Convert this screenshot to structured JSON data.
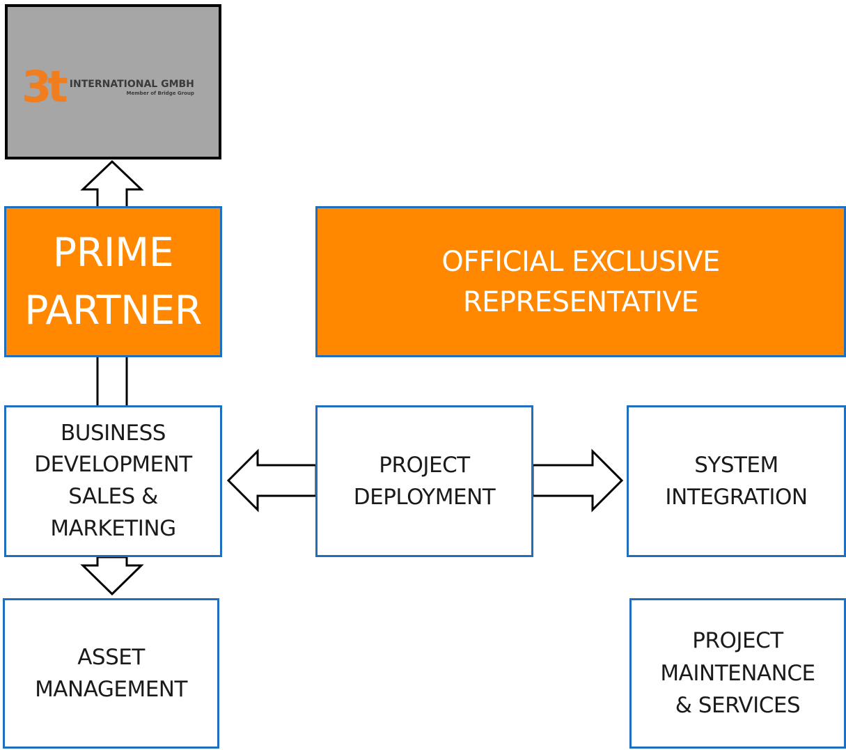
{
  "logo": {
    "mark": "3t",
    "company": "INTERNATIONAL GMBH",
    "tagline": "Member of Bridge Group"
  },
  "nodes": {
    "prime_partner": "PRIME\nPARTNER",
    "official_representative": "OFFICIAL EXCLUSIVE\nREPRESENTATIVE",
    "business_development": "BUSINESS\nDEVELOPMENT\nSALES &\nMARKETING",
    "project_deployment": "PROJECT\nDEPLOYMENT",
    "system_integration": "SYSTEM\nINTEGRATION",
    "asset_management": "ASSET\nMANAGEMENT",
    "project_maintenance": "PROJECT\nMAINTENANCE\n& SERVICES"
  },
  "colors": {
    "accent": "#ff8800",
    "border": "#1f6fbf",
    "logo_background": "#a6a6a6",
    "logo_orange": "#f07d1e"
  }
}
